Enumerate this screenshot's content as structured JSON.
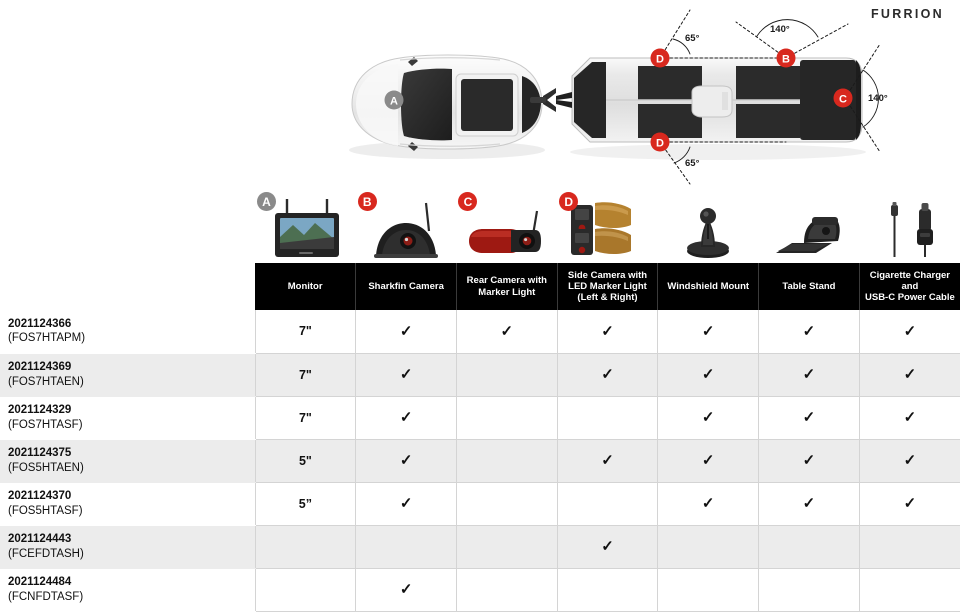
{
  "brand": "FURRION",
  "diagram": {
    "vehicle_badge": "A",
    "callouts": [
      {
        "letter": "D",
        "position": "trailer-front-top"
      },
      {
        "letter": "B",
        "position": "trailer-rear-top"
      },
      {
        "letter": "C",
        "position": "trailer-rear-right"
      },
      {
        "letter": "D",
        "position": "trailer-front-bottom"
      }
    ],
    "angles": [
      {
        "label": "65°",
        "at": "top-left"
      },
      {
        "label": "140°",
        "at": "top-right"
      },
      {
        "label": "140°",
        "at": "right"
      },
      {
        "label": "65°",
        "at": "bottom-left"
      }
    ]
  },
  "icon_strip": [
    {
      "badge": "A",
      "badge_color": "#8a8a8a",
      "icon": "monitor-icon"
    },
    {
      "badge": "B",
      "badge_color": "#d8281e",
      "icon": "sharkfin-camera-icon"
    },
    {
      "badge": "C",
      "badge_color": "#d8281e",
      "icon": "rear-camera-icon"
    },
    {
      "badge": "D",
      "badge_color": "#d8281e",
      "icon": "side-camera-icon"
    },
    {
      "badge": "",
      "badge_color": "",
      "icon": "windshield-mount-icon"
    },
    {
      "badge": "",
      "badge_color": "",
      "icon": "table-stand-icon"
    },
    {
      "badge": "",
      "badge_color": "",
      "icon": "cigarette-charger-icon"
    }
  ],
  "table": {
    "headers": [
      "",
      "Monitor",
      "Sharkfin Camera",
      "Rear Camera with\nMarker Light",
      "Side Camera with\nLED Marker Light\n(Left & Right)",
      "Windshield Mount",
      "Table Stand",
      "Cigarette Charger and\nUSB-C Power Cable"
    ],
    "rows": [
      {
        "sku": "2021124366",
        "code": "(FOS7HTAPM)",
        "monitor": "7\"",
        "cells": [
          "✓",
          "✓",
          "✓",
          "✓",
          "✓",
          "✓"
        ]
      },
      {
        "sku": "2021124369",
        "code": "(FOS7HTAEN)",
        "monitor": "7\"",
        "cells": [
          "✓",
          "",
          "✓",
          "✓",
          "✓",
          "✓"
        ]
      },
      {
        "sku": "2021124329",
        "code": "(FOS7HTASF)",
        "monitor": "7\"",
        "cells": [
          "✓",
          "",
          "",
          "✓",
          "✓",
          "✓"
        ]
      },
      {
        "sku": "2021124375",
        "code": "(FOS5HTAEN)",
        "monitor": "5\"",
        "cells": [
          "✓",
          "",
          "✓",
          "✓",
          "✓",
          "✓"
        ]
      },
      {
        "sku": "2021124370",
        "code": "(FOS5HTASF)",
        "monitor": "5”",
        "cells": [
          "✓",
          "",
          "",
          "✓",
          "✓",
          "✓"
        ]
      },
      {
        "sku": "2021124443",
        "code": "(FCEFDTASH)",
        "monitor": "",
        "cells": [
          "",
          "",
          "✓",
          "",
          "",
          ""
        ]
      },
      {
        "sku": "2021124484",
        "code": "(FCNFDTASF)",
        "monitor": "",
        "cells": [
          "✓",
          "",
          "",
          "",
          "",
          ""
        ]
      }
    ]
  }
}
